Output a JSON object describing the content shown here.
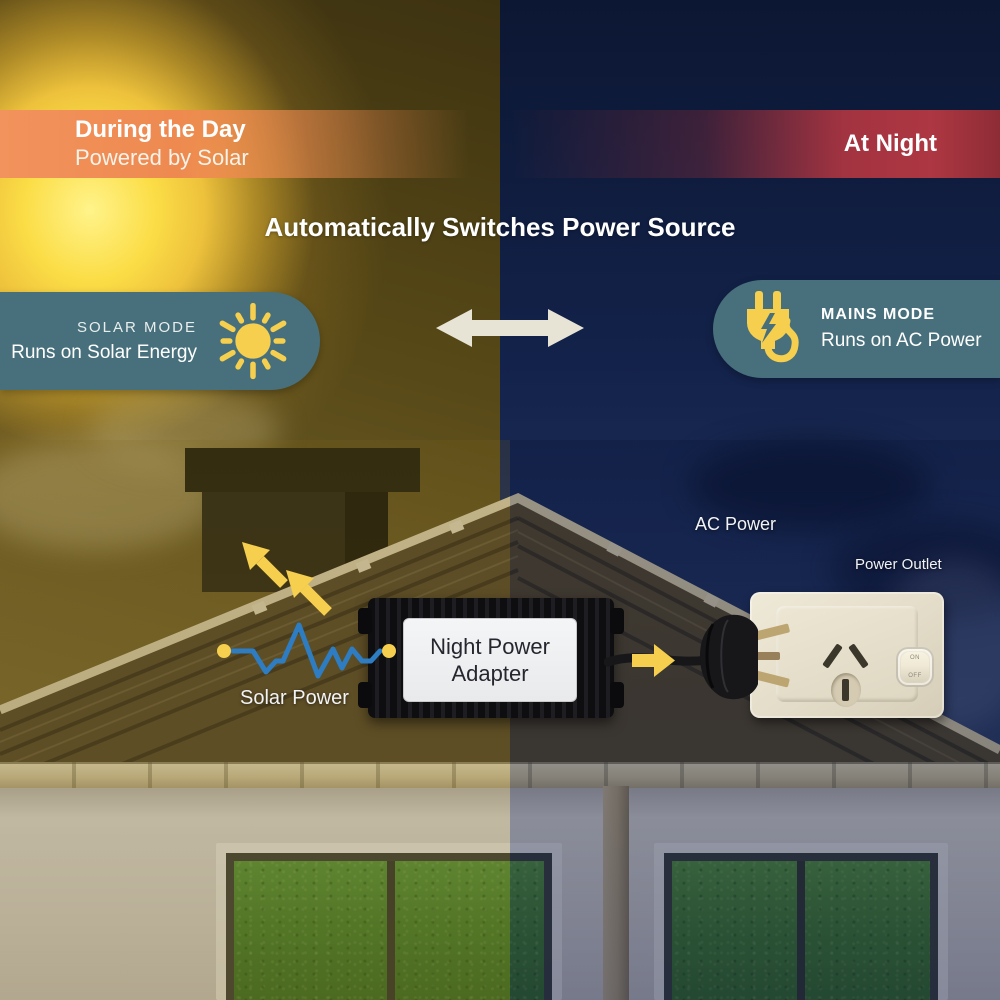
{
  "banner": {
    "day": {
      "title": "During the Day",
      "subtitle": "Powered by Solar"
    },
    "night": {
      "title": "At Night"
    }
  },
  "headline": "Automatically Switches Power Source",
  "modes": {
    "solar": {
      "label": "SOLAR MODE",
      "description": "Runs on Solar Energy",
      "icon": "sun-icon"
    },
    "mains": {
      "label": "MAINS MODE",
      "description": "Runs on AC Power",
      "icon": "plug-icon"
    }
  },
  "diagram": {
    "solar_power_label": "Solar Power",
    "ac_power_label": "AC Power",
    "power_outlet_label": "Power Outlet",
    "adapter": {
      "line1": "Night Power",
      "line2": "Adapter"
    },
    "outlet_switch": {
      "on": "ON",
      "off": "OFF"
    }
  },
  "colors": {
    "accent_yellow": "#F5CF4D",
    "pill_teal": "#47707C",
    "day_orange": "#EE8A50",
    "night_red": "#A23340",
    "wire_blue": "#2E7CC1",
    "night_navy": "#13224A",
    "arrow_cream": "#E7E4D6"
  }
}
